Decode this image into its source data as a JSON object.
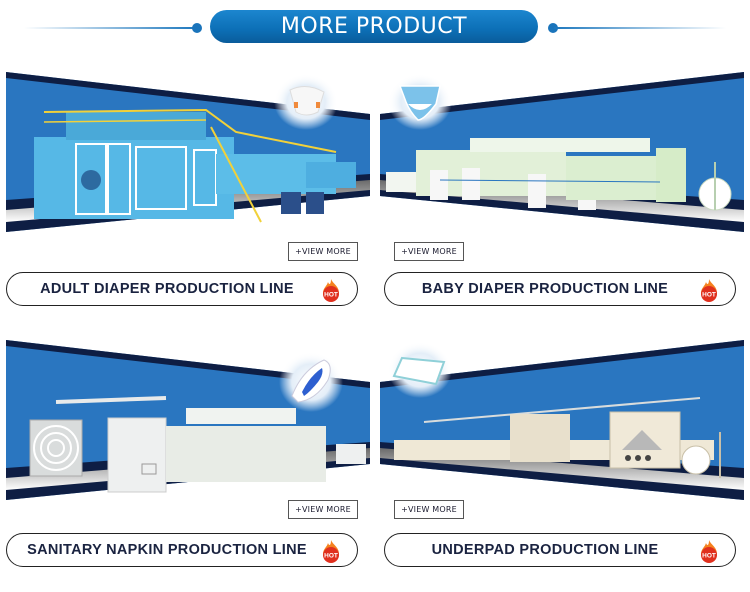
{
  "header": {
    "title": "MORE PRODUCT",
    "accent_color": "#0c6fb6"
  },
  "products": [
    {
      "title": "ADULT DIAPER PRODUCTION LINE",
      "view_more": "+VIEW MORE",
      "badge": "HOT",
      "image": "adult-diaper-machine",
      "product_icon": "adult-diaper-icon",
      "machine_color": "#4fb7e6"
    },
    {
      "title": "BABY DIAPER PRODUCTION LINE",
      "view_more": "+VIEW MORE",
      "badge": "HOT",
      "image": "baby-diaper-machine",
      "product_icon": "baby-diaper-icon",
      "machine_color": "#dff0d6"
    },
    {
      "title": "SANITARY NAPKIN PRODUCTION LINE",
      "view_more": "+VIEW MORE",
      "badge": "HOT",
      "image": "sanitary-napkin-machine",
      "product_icon": "sanitary-napkin-icon",
      "machine_color": "#e8ece6"
    },
    {
      "title": "UNDERPAD PRODUCTION LINE",
      "view_more": "+VIEW MORE",
      "badge": "HOT",
      "image": "underpad-machine",
      "product_icon": "underpad-icon",
      "machine_color": "#efe8d6"
    }
  ]
}
